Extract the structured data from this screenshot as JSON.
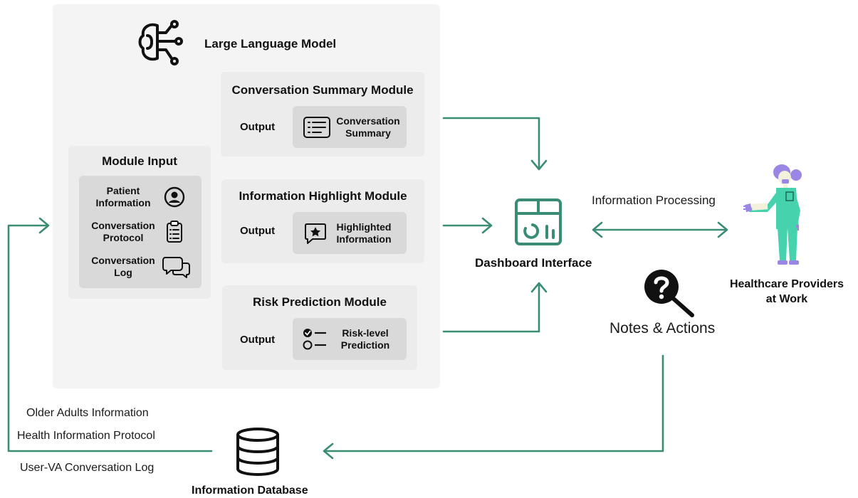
{
  "llm": {
    "title": "Large Language Model",
    "icon": "brain-circuit-icon"
  },
  "module_input": {
    "title": "Module Input",
    "items": [
      {
        "label": "Patient\nInformation",
        "icon": "user-circle-icon"
      },
      {
        "label": "Conversation\nProtocol",
        "icon": "clipboard-list-icon"
      },
      {
        "label": "Conversation\nLog",
        "icon": "chat-bubbles-icon"
      }
    ]
  },
  "modules": [
    {
      "title": "Conversation Summary Module",
      "output_label": "Output",
      "result": "Conversation\nSummary",
      "icon": "document-lines-icon"
    },
    {
      "title": "Information Highlight Module",
      "output_label": "Output",
      "result": "Highlighted\nInformation",
      "icon": "star-message-icon"
    },
    {
      "title": "Risk Prediction Module",
      "output_label": "Output",
      "result": "Risk-level\nPrediction",
      "icon": "checklist-icon"
    }
  ],
  "dashboard": {
    "label": "Dashboard Interface",
    "icon": "dashboard-icon",
    "color": "#3a8c74"
  },
  "info_processing": "Information Processing",
  "providers": {
    "label": "Healthcare Providers\nat Work"
  },
  "notes": {
    "label": "Notes & Actions",
    "icon": "question-magnifier-icon"
  },
  "database": {
    "label": "Information Database",
    "icon": "database-icon",
    "sources": [
      "Older Adults Information",
      "Health Information Protocol",
      "User-VA Conversation Log"
    ]
  },
  "colors": {
    "arrow": "#3a8c74",
    "panel": "#f4f4f4",
    "card": "#ececec",
    "inner": "#d9d9d9"
  }
}
